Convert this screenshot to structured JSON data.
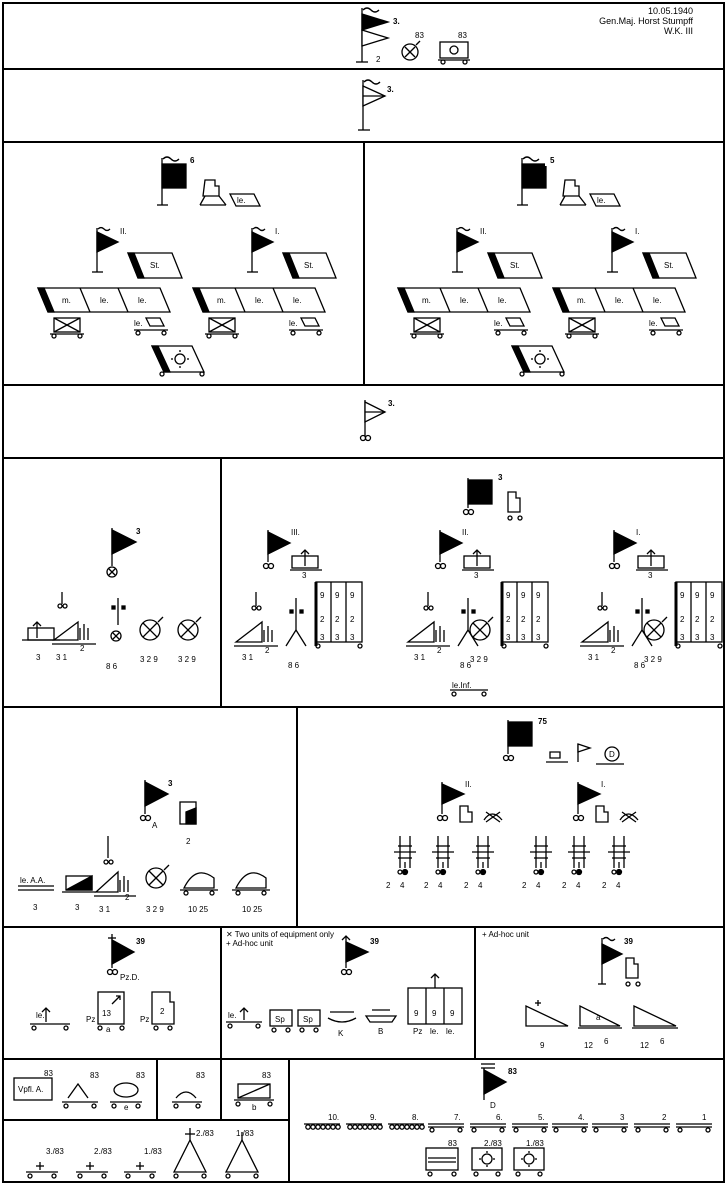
{
  "header": {
    "date": "10.05.1940",
    "commander": "Gen.Maj. Horst Stumpff",
    "district": "W.K. III"
  },
  "division": {
    "number": "3.",
    "signals_num": "83",
    "supply_num": "83",
    "hq_sub": "2"
  },
  "panzer_brigade": {
    "number": "3."
  },
  "regiments": [
    {
      "number": "6",
      "battalions": [
        {
          "num": "II.",
          "staff": "St.",
          "companies": [
            "m.",
            "le.",
            "le."
          ],
          "light": "le."
        },
        {
          "num": "I.",
          "staff": "St.",
          "companies": [
            "m.",
            "le.",
            "le."
          ],
          "light": "le."
        }
      ],
      "light": "le."
    },
    {
      "number": "5",
      "battalions": [
        {
          "num": "II.",
          "staff": "St.",
          "companies": [
            "m.",
            "le.",
            "le."
          ],
          "light": "le."
        },
        {
          "num": "I.",
          "staff": "St.",
          "companies": [
            "m.",
            "le.",
            "le."
          ],
          "light": "le."
        }
      ],
      "light": "le."
    }
  ],
  "rifle_brigade": {
    "number": "3."
  },
  "motorcycle": {
    "number": "3",
    "nums": [
      "3",
      "3 1",
      "2",
      "8 6",
      "3 2 9",
      "3 2 9"
    ]
  },
  "rifle_regiment": {
    "number": "3",
    "battalions": [
      {
        "num": "III.",
        "sub": "3",
        "nums": [
          "3 1",
          "2",
          "8 6"
        ]
      },
      {
        "num": "II.",
        "sub": "3",
        "nums": [
          "3 1",
          "2",
          "8 6",
          "3 2 9"
        ]
      },
      {
        "num": "I.",
        "sub": "3",
        "nums": [
          "3 1",
          "2",
          "8 6",
          "3 2 9"
        ]
      }
    ],
    "stack": [
      "9",
      "9",
      "9",
      "2",
      "2",
      "2",
      "3",
      "3",
      "3"
    ],
    "light_inf": "le.Inf."
  },
  "recon": {
    "number": "3",
    "sub": "A",
    "tail": "2",
    "le_aa": "le. A.A.",
    "le_aa_sub": "3",
    "nums": [
      "3",
      "3 1",
      "2",
      "3 2 9",
      "10 25",
      "10 25"
    ]
  },
  "artillery": {
    "number": "75",
    "d": "D",
    "battalions": [
      {
        "num": "II."
      },
      {
        "num": "I."
      }
    ],
    "gun_nums": [
      "2",
      "4"
    ]
  },
  "antitank": {
    "number": "39",
    "sub": "Pz.D.",
    "le": "le.",
    "a": "a",
    "pz": "Pz",
    "n13": "13",
    "n2": "2"
  },
  "engineers": {
    "number": "39",
    "note1": "✕ Two units of equipment only",
    "note2": "+ Ad-hoc unit",
    "le": "le.",
    "sp": "Sp",
    "k": "K",
    "b": "B",
    "nines": [
      "9",
      "9",
      "9"
    ],
    "labels": [
      "Pz",
      "le.",
      "le."
    ]
  },
  "signals": {
    "number": "39",
    "note": "+ Ad-hoc unit",
    "nums": [
      "9",
      "12",
      "6",
      "12",
      "6"
    ],
    "a": "a"
  },
  "misc_units": {
    "vpfl": "Vpfl. A.",
    "nums": [
      "83",
      "83",
      "83",
      "83",
      "83"
    ],
    "e": "e",
    "b": "b"
  },
  "supply": {
    "number": "83",
    "d": "D",
    "columns": [
      "10.",
      "9.",
      "8.",
      "7.",
      "6.",
      "5.",
      "4.",
      "3",
      "2",
      "1"
    ],
    "lower": [
      "83",
      "2./83",
      "1./83"
    ]
  },
  "medical": {
    "labels": [
      "3./83",
      "2./83",
      "1./83",
      "2./83",
      "1./83"
    ]
  }
}
